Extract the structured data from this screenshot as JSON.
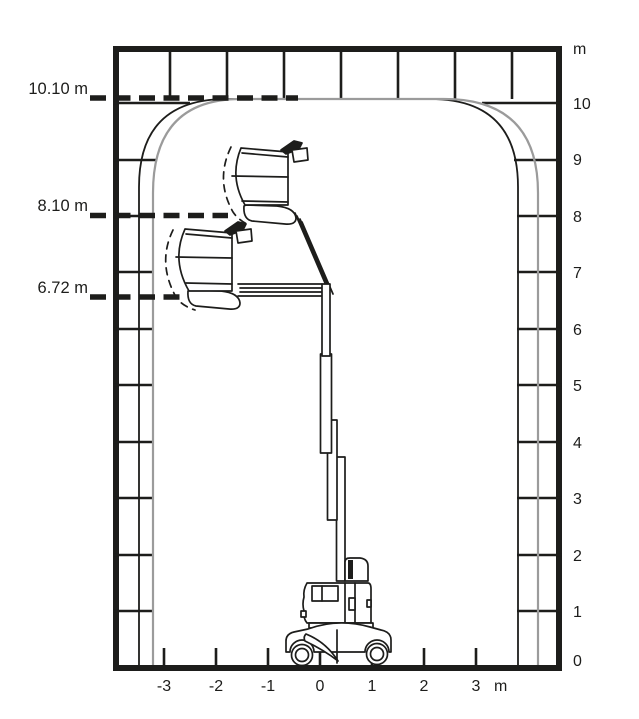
{
  "diagram": {
    "type": "working-envelope-diagram",
    "subject": "vertical mast lift with jib shown at two platform positions",
    "colors": {
      "ink": "#1d1d1b",
      "gray": "#9b9b9b",
      "background": "#ffffff"
    },
    "y_axis": {
      "unit": "m",
      "ticks": [
        "10",
        "9",
        "8",
        "7",
        "6",
        "5",
        "4",
        "3",
        "2",
        "1",
        "0"
      ]
    },
    "x_axis": {
      "unit": "m",
      "ticks": [
        "-3",
        "-2",
        "-1",
        "0",
        "1",
        "2",
        "3"
      ]
    },
    "height_markers": [
      {
        "label": "10.10 m",
        "value_m": 10.1
      },
      {
        "label": "8.10 m",
        "value_m": 8.1
      },
      {
        "label": "6.72 m",
        "value_m": 6.72
      }
    ]
  },
  "chart_data": {
    "type": "diagram",
    "title": "",
    "x_axis": {
      "unit": "m",
      "ticks": [
        -3,
        -2,
        -1,
        0,
        1,
        2,
        3
      ],
      "range": [
        -4,
        4.6
      ]
    },
    "y_axis": {
      "unit": "m",
      "ticks": [
        10,
        9,
        8,
        7,
        6,
        5,
        4,
        3,
        2,
        1,
        0
      ],
      "range": [
        0,
        11
      ]
    },
    "marked_heights_m": [
      10.1,
      8.1,
      6.72
    ],
    "notes": "Rounded-corner working envelope drawn inside a block wall; lift platform shown at 8.10 m (jib raised) and 6.72 m (jib horizontal); max envelope ceiling 10.10 m"
  }
}
